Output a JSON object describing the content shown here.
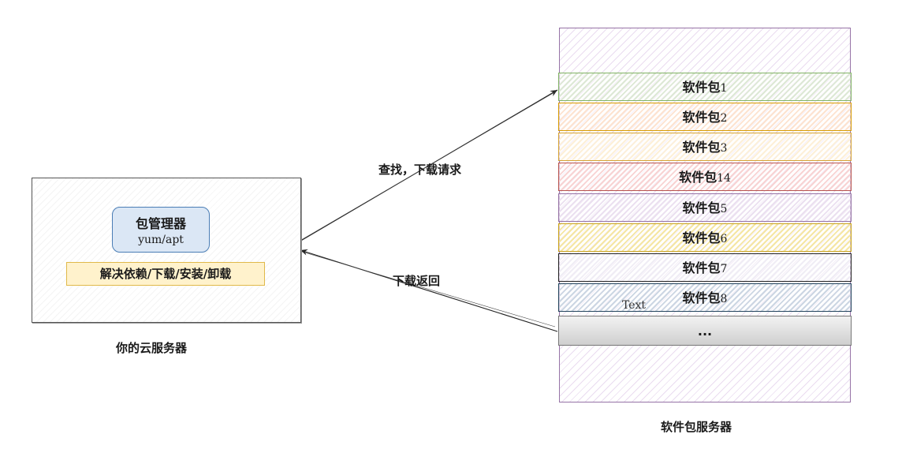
{
  "client": {
    "pkg_manager_title": "包管理器",
    "pkg_manager_sub": "yum/apt",
    "resolve_label": "解决依赖/下载/安装/卸载",
    "label": "你的云服务器"
  },
  "arrows": {
    "request_label": "查找，下载请求",
    "response_label": "下载返回"
  },
  "server": {
    "label": "软件包服务器",
    "text_note": "Text",
    "packages": [
      {
        "name": "软件包",
        "num": "1",
        "fill": "#dde8d5",
        "stroke": "#82b366"
      },
      {
        "name": "软件包",
        "num": "2",
        "fill": "#fde3d0",
        "stroke": "#d79b00"
      },
      {
        "name": "软件包",
        "num": "3",
        "fill": "#fdf0d8",
        "stroke": "#d6a334"
      },
      {
        "name": "软件包",
        "num": "14",
        "fill": "#f8d3d3",
        "stroke": "#b85450"
      },
      {
        "name": "软件包",
        "num": "5",
        "fill": "#ebe0f0",
        "stroke": "#9673a6"
      },
      {
        "name": "软件包",
        "num": "6",
        "fill": "#f5e6a3",
        "stroke": "#c9a21a"
      },
      {
        "name": "软件包",
        "num": "7",
        "fill": "#f0edf5",
        "stroke": "#222222"
      },
      {
        "name": "软件包",
        "num": "8",
        "fill": "#ccd6e3",
        "stroke": "#23445d"
      },
      {
        "name": "...",
        "num": "",
        "fill": "#cfcfcf",
        "stroke": "#777777"
      }
    ]
  }
}
